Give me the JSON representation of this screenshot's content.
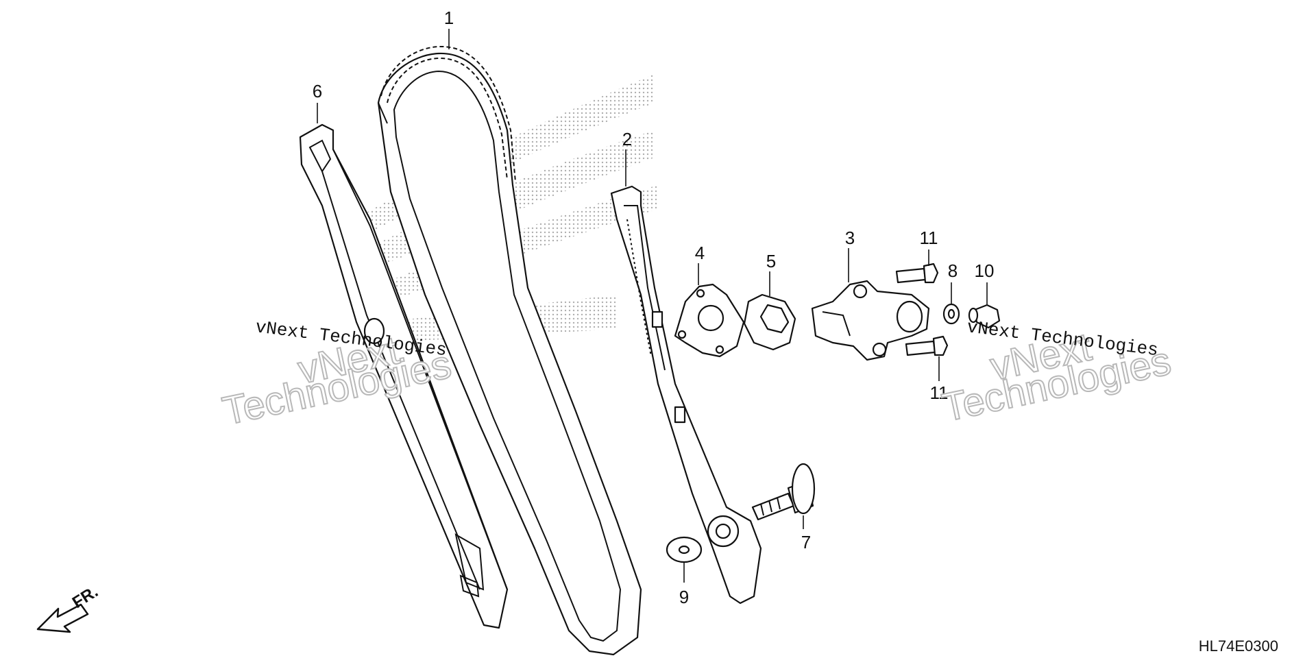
{
  "diagram": {
    "callouts": [
      {
        "id": "1",
        "label": "1"
      },
      {
        "id": "2",
        "label": "2"
      },
      {
        "id": "3",
        "label": "3"
      },
      {
        "id": "4",
        "label": "4"
      },
      {
        "id": "5",
        "label": "5"
      },
      {
        "id": "6",
        "label": "6"
      },
      {
        "id": "7",
        "label": "7"
      },
      {
        "id": "8",
        "label": "8"
      },
      {
        "id": "9",
        "label": "9"
      },
      {
        "id": "10",
        "label": "10"
      },
      {
        "id": "11a",
        "label": "11"
      },
      {
        "id": "11b",
        "label": "11"
      }
    ],
    "watermark": {
      "small_text": "vNext Technologies",
      "big_line1": "vNext",
      "big_line2": "Technologies"
    },
    "front_indicator": "FR.",
    "diagram_code": "HL74E0300"
  }
}
